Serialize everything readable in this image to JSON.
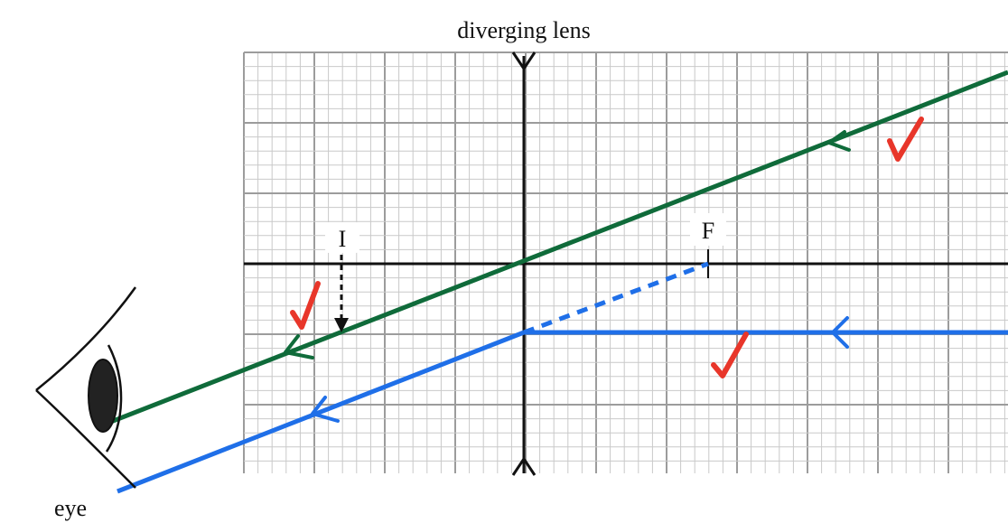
{
  "title": "diverging lens",
  "labels": {
    "image": "I",
    "focus": "F",
    "eye": "eye"
  },
  "colors": {
    "grid_minor": "#c9c9c9",
    "grid_major": "#9c9c9c",
    "axis": "#111111",
    "undeviated_ray": "#0f6b3a",
    "refracted_ray": "#1f6fe8",
    "tick_mark": "#e8362a",
    "image_arrow": "#111111"
  },
  "icons": {
    "check": "check-icon",
    "eye": "eye-icon",
    "ray_arrow": "arrowhead-icon"
  }
}
